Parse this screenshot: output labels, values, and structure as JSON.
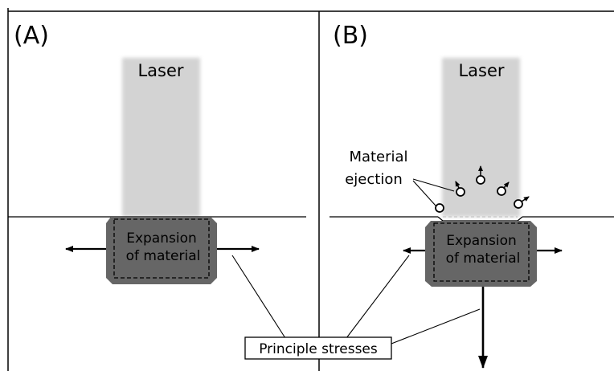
{
  "panels": [
    {
      "id": "A",
      "label": "(A)",
      "laser_label": "Laser",
      "block_label_lines": [
        "Expansion",
        "of material"
      ]
    },
    {
      "id": "B",
      "label": "(B)",
      "laser_label": "Laser",
      "block_label_lines": [
        "Expansion",
        "of material"
      ],
      "ejection_label_lines": [
        "Material",
        "ejection"
      ]
    }
  ],
  "shared_label": "Principle stresses",
  "colors": {
    "laser": "#d3d3d3",
    "material_block": "#666666",
    "line": "#000000",
    "background": "#ffffff"
  }
}
